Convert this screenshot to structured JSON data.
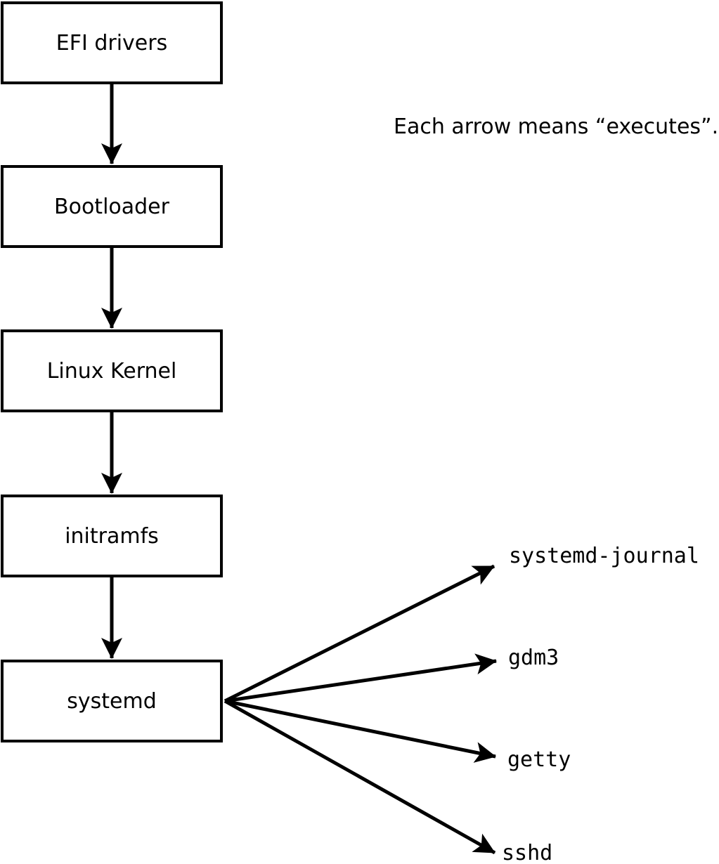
{
  "diagram": {
    "annotation": "Each arrow means “executes”.",
    "chain": [
      {
        "label": "EFI drivers"
      },
      {
        "label": "Bootloader"
      },
      {
        "label": "Linux Kernel"
      },
      {
        "label": "initramfs"
      },
      {
        "label": "systemd"
      }
    ],
    "targets": [
      {
        "label": "systemd-journal"
      },
      {
        "label": "gdm3"
      },
      {
        "label": "getty"
      },
      {
        "label": "sshd"
      }
    ],
    "colors": {
      "stroke": "#000000",
      "background": "#ffffff"
    }
  }
}
